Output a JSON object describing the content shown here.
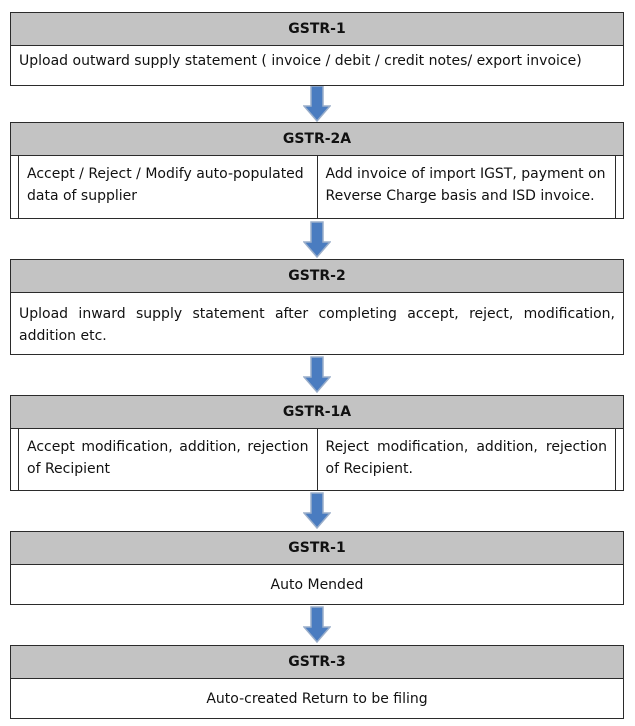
{
  "steps": [
    {
      "title": "GSTR-1",
      "text": "Upload outward supply statement ( invoice / debit / credit notes/ export invoice)"
    },
    {
      "title": "GSTR-2A",
      "left": "Accept / Reject / Modify auto-populated data of supplier",
      "right": "Add invoice of import IGST, payment on Reverse Charge basis and ISD invoice."
    },
    {
      "title": "GSTR-2",
      "text_line1": "Upload inward supply statement after completing accept, reject, modification,",
      "text_line2": "addition etc."
    },
    {
      "title": "GSTR-1A",
      "left_line1": "Accept modification, addition, rejection",
      "left_line2": "of Recipient",
      "right_line1": "Reject modification, addition, rejection",
      "right_line2": "of Recipient."
    },
    {
      "title": "GSTR-1",
      "text": "Auto Mended"
    },
    {
      "title": "GSTR-3",
      "text": "Auto-created Return to be filing"
    }
  ],
  "colors": {
    "header_bg": "#c3c3c3",
    "arrow_fill": "#4a7cc0",
    "arrow_outline": "#9aaeca"
  }
}
